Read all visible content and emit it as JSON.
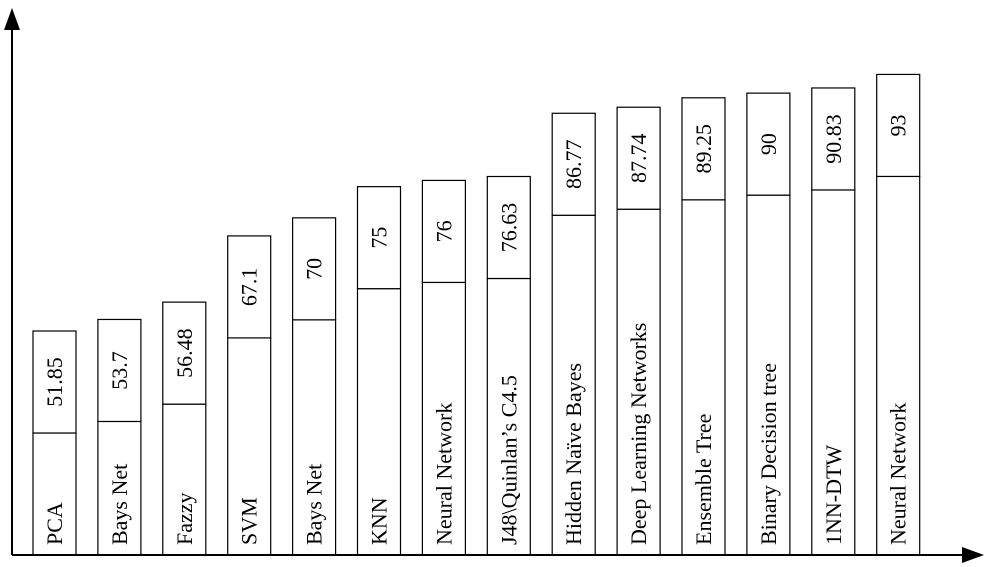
{
  "chart_data": {
    "type": "bar",
    "title": "",
    "xlabel": "",
    "ylabel": "",
    "categories": [
      "PCA",
      "Bays Net",
      "Fazzy",
      "SVM",
      "Bays Net",
      "KNN",
      "Neural Network",
      "J48\\Quinlan’s C4.5",
      "Hidden Naïve Bayes",
      "Deep Learning Networks",
      "Ensemble Tree",
      "Binary Decision tree",
      "1NN-DTW",
      "Neural Network"
    ],
    "values": [
      51.85,
      53.7,
      56.48,
      67.1,
      70,
      75,
      76,
      76.63,
      86.77,
      87.74,
      89.25,
      90,
      90.83,
      93
    ],
    "value_labels": [
      "51.85",
      "53.7",
      "56.48",
      "67.1",
      "70",
      "75",
      "76",
      "76.63",
      "86.77",
      "87.74",
      "89.25",
      "90",
      "90.83",
      "93"
    ],
    "grid": false,
    "legend": "none",
    "colors": {
      "bar_fill": "#ffffff",
      "stroke": "#000000"
    }
  }
}
